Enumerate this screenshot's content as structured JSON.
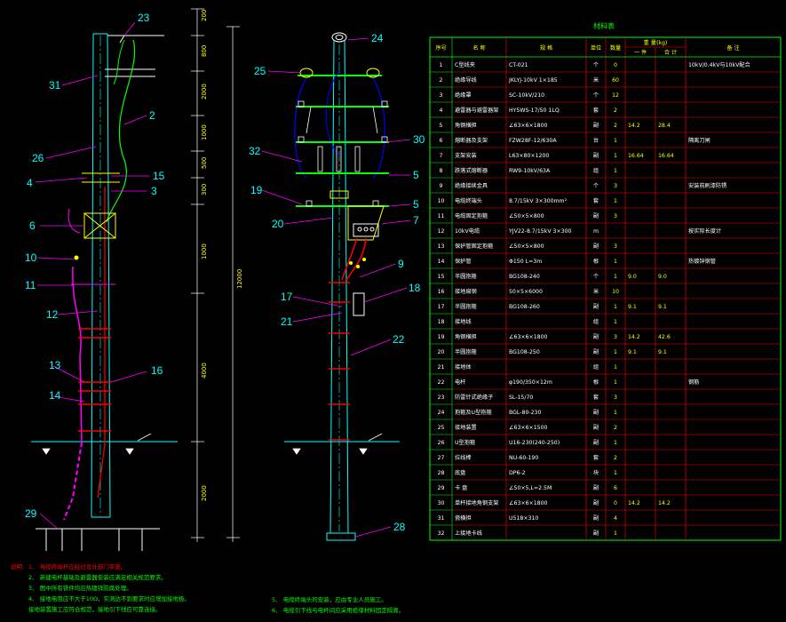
{
  "colors": {
    "background": "#000000",
    "pole": "#00ffff",
    "label": "#00ffff",
    "leader": "#ff00ff",
    "dimension": "#ffff00",
    "crossarm": "#00ff00",
    "cable": "#ff0000",
    "wire": "#0000ff",
    "table_grid": "#00ff00",
    "table_inner": "#ff0000",
    "note_title": "#ff0000",
    "note_text": "#00ff00"
  },
  "left_labels": [
    "23",
    "31",
    "2",
    "26",
    "15",
    "4",
    "3",
    "6",
    "10",
    "11",
    "12",
    "13",
    "16",
    "14",
    "29"
  ],
  "right_labels": [
    "24",
    "25",
    "30",
    "32",
    "5",
    "19",
    "20",
    "7",
    "9",
    "18",
    "17",
    "21",
    "22",
    "28"
  ],
  "dimensions": [
    "200",
    "800",
    "2000",
    "1000",
    "500",
    "300",
    "1000",
    "12000",
    "4000",
    "2000"
  ],
  "table": {
    "title": "材料表",
    "headers": [
      "序号",
      "名  称",
      "规  格",
      "单位",
      "数量",
      "重 量(kg)",
      "备  注"
    ],
    "weight_sub": [
      "一 件",
      "合 计"
    ],
    "rows": [
      [
        "1",
        "C型线夹",
        "CT-021",
        "个",
        "0",
        "",
        "",
        "10kV/0.4kV与10kV配合"
      ],
      [
        "2",
        "绝缘导线",
        "JKLYJ-10kV 1×185",
        "米",
        "60",
        "",
        "",
        ""
      ],
      [
        "3",
        "绝缘罩",
        "SC-10kV/210",
        "个",
        "12",
        "",
        "",
        ""
      ],
      [
        "4",
        "避雷器与避雷器架",
        "HY5WS-17/50 1LQ",
        "套",
        "2",
        "",
        "",
        ""
      ],
      [
        "5",
        "角钢横担",
        "∠63×6×1800",
        "副",
        "2",
        "14.2",
        "28.4",
        ""
      ],
      [
        "6",
        "熔断器及支架",
        "FZW28F-12/630A",
        "台",
        "1",
        "",
        "",
        "隔离刀闸"
      ],
      [
        "7",
        "支架安装",
        "L63×80×1200",
        "副",
        "1",
        "16.64",
        "16.64",
        ""
      ],
      [
        "8",
        "跌落式熔断器",
        "RW9-10kV/63A",
        "组",
        "1",
        "",
        "",
        ""
      ],
      [
        "9",
        "绝缘接续金具",
        "",
        "个",
        "3",
        "",
        "",
        "安装前刷漆防锈"
      ],
      [
        "10",
        "电缆终端头",
        "8.7/15kV 3×300mm²",
        "套",
        "1",
        "",
        "",
        ""
      ],
      [
        "11",
        "电缆固定抱箍",
        "∠50×5×800",
        "副",
        "3",
        "",
        "",
        ""
      ],
      [
        "12",
        "10kV电缆",
        "YJV22-8.7/15kV 3×300",
        "m",
        "",
        "",
        "",
        "按实际长度计"
      ],
      [
        "13",
        "保护管固定抱箍",
        "∠50×5×800",
        "副",
        "3",
        "",
        "",
        ""
      ],
      [
        "14",
        "保护管",
        "Φ150 L=3m",
        "根",
        "1",
        "",
        "",
        "热镀锌钢管"
      ],
      [
        "15",
        "半圆抱箍",
        "BG108-240",
        "个",
        "1",
        "9.0",
        "9.0",
        ""
      ],
      [
        "16",
        "接地扁钢",
        "50×5×6000",
        "米",
        "10",
        "",
        "",
        ""
      ],
      [
        "17",
        "半圆抱箍",
        "BG108-260",
        "副",
        "1",
        "9.1",
        "9.1",
        ""
      ],
      [
        "18",
        "接地线",
        "",
        "组",
        "1",
        "",
        "",
        ""
      ],
      [
        "19",
        "角钢横担",
        "∠63×6×1800",
        "副",
        "3",
        "14.2",
        "42.6",
        ""
      ],
      [
        "20",
        "半圆抱箍",
        "BG108-250",
        "副",
        "1",
        "9.1",
        "9.1",
        ""
      ],
      [
        "21",
        "接地体",
        "",
        "组",
        "1",
        "",
        "",
        ""
      ],
      [
        "22",
        "电杆",
        "φ190/350×12m",
        "根",
        "1",
        "",
        "",
        "钢筋"
      ],
      [
        "23",
        "防雷针式绝缘子",
        "SL-15/70",
        "套",
        "3",
        "",
        "",
        ""
      ],
      [
        "24",
        "抱箍及U型抱箍",
        "BGL-80-230",
        "副",
        "1",
        "",
        "",
        ""
      ],
      [
        "25",
        "接地装置",
        "∠63×6×1500",
        "副",
        "2",
        "",
        "",
        ""
      ],
      [
        "26",
        "U型抱箍",
        "U16-230(240-250)",
        "副",
        "1",
        "",
        "",
        ""
      ],
      [
        "27",
        "拉线棒",
        "NU-60-190",
        "套",
        "2",
        "",
        "",
        ""
      ],
      [
        "28",
        "底盘",
        "DP6-2",
        "块",
        "1",
        "",
        "",
        ""
      ],
      [
        "29",
        "卡  盘",
        "∠50×5,L=2.5M",
        "副",
        "6",
        "",
        "",
        ""
      ],
      [
        "30",
        "单杆接地角钢支架",
        "∠63×6×1800",
        "副",
        "0",
        "14.2",
        "14.2",
        ""
      ],
      [
        "31",
        "瓷横担",
        "U518×310",
        "副",
        "4",
        "",
        "",
        ""
      ],
      [
        "32",
        "上接地卡线",
        "",
        "副",
        "1",
        "",
        "",
        ""
      ]
    ]
  },
  "notes_left": {
    "title": "说明:",
    "items": [
      "1、 电缆终端杆应经过设计部门审查。",
      "2、 新建电杆基础及避雷器安装应满足相关规范要求。",
      "3、 图中所有铁件均应热镀锌防腐处理。",
      "4、 接地电阻应不大于10Ω，实测达不到要求时应增加接地极。",
      "    接地装置施工应符合规范，接地引下线应可靠连接。"
    ]
  },
  "notes_right": {
    "items": [
      "5、 电缆终端头的安装，应由专业人员施工。",
      "6、 电缆引下线与电杆间应采用绝缘材料固定隔离。"
    ]
  }
}
